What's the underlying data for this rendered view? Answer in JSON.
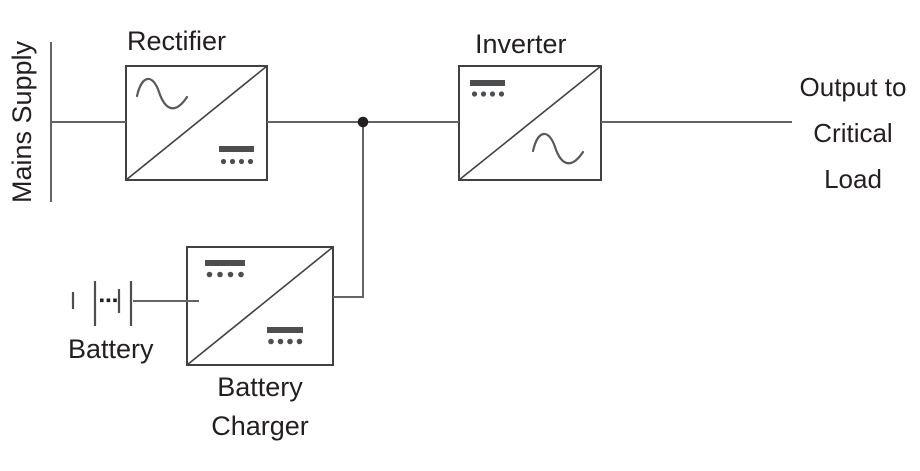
{
  "diagram": {
    "type": "ups-block-diagram",
    "background": "#ffffff",
    "colors": {
      "text": "#231f20",
      "wire": "#636466",
      "border": "#414042",
      "symbol": "#4d4e50",
      "sine": "#58595b",
      "junction": "#231f20"
    },
    "labels": {
      "mains_supply": "Mains Supply",
      "rectifier": "Rectifier",
      "inverter": "Inverter",
      "battery": "Battery",
      "battery_charger_line1": "Battery",
      "battery_charger_line2": "Charger",
      "output_line1": "Output to",
      "output_line2": "Critical",
      "output_line3": "Load"
    },
    "nodes": [
      {
        "id": "mains-supply",
        "label": "Mains Supply",
        "kind": "source"
      },
      {
        "id": "rectifier",
        "label": "Rectifier",
        "kind": "converter",
        "top_left_symbol": "ac-sine",
        "bottom_right_symbol": "dc"
      },
      {
        "id": "inverter",
        "label": "Inverter",
        "kind": "converter",
        "top_left_symbol": "dc",
        "bottom_right_symbol": "ac-sine"
      },
      {
        "id": "battery-charger",
        "label": "Battery Charger",
        "kind": "converter",
        "top_left_symbol": "dc",
        "bottom_right_symbol": "dc"
      },
      {
        "id": "battery",
        "label": "Battery",
        "kind": "storage"
      },
      {
        "id": "critical-load",
        "label": "Output to Critical Load",
        "kind": "load"
      }
    ],
    "connections": [
      {
        "from": "mains-supply",
        "to": "rectifier"
      },
      {
        "from": "rectifier",
        "to": "inverter",
        "via": "dc-bus-junction"
      },
      {
        "from": "dc-bus-junction",
        "to": "battery-charger"
      },
      {
        "from": "battery",
        "to": "battery-charger"
      },
      {
        "from": "inverter",
        "to": "critical-load"
      }
    ]
  }
}
